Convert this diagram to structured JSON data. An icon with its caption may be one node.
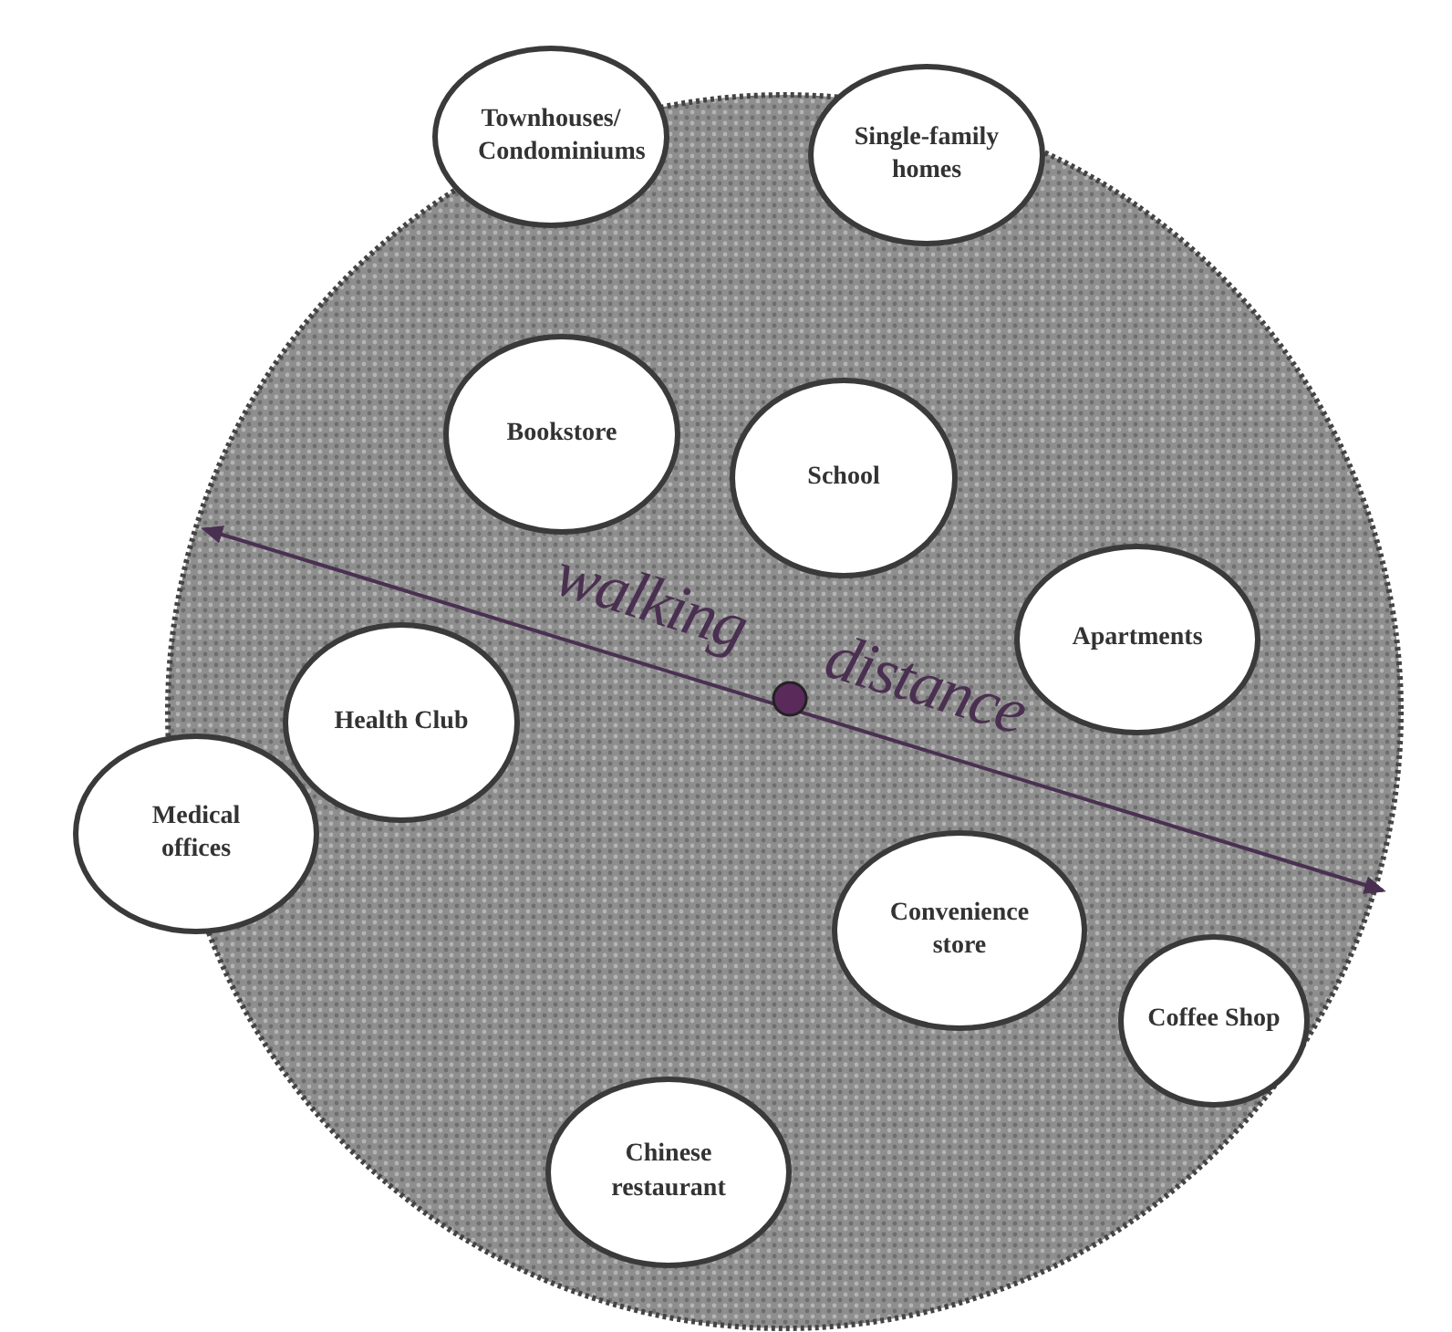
{
  "diagram": {
    "nodes": [
      {
        "text": [
          "Townhouses/ Condominiums"
        ]
      },
      {
        "text": [
          "Single-family homes"
        ]
      },
      {
        "text": [
          "Bookstore"
        ]
      },
      {
        "text": [
          "School"
        ]
      },
      {
        "text": [
          "Apartments"
        ]
      },
      {
        "text": [
          "Health Club"
        ]
      },
      {
        "text": [
          "Medical offices"
        ]
      },
      {
        "text": [
          "Convenience store"
        ]
      },
      {
        "text": [
          "Coffee Shop"
        ]
      },
      {
        "text": [
          "Chinese restaurant"
        ]
      }
    ],
    "labels": [
      "walking distance"
    ]
  }
}
